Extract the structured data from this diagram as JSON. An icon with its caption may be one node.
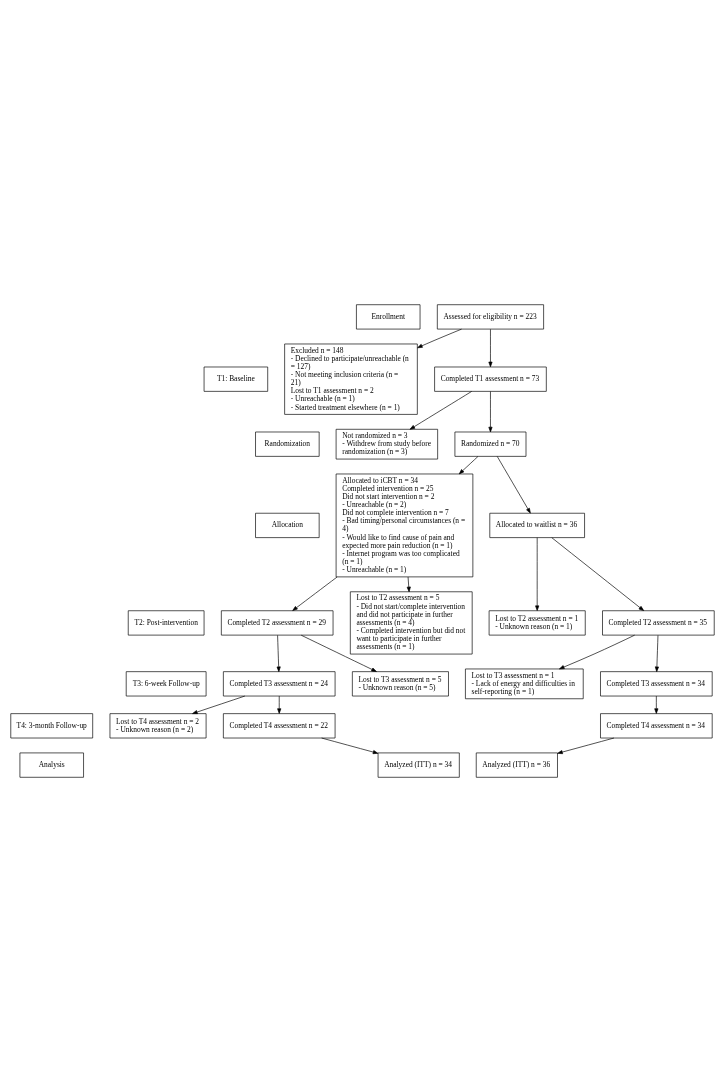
{
  "diagram": {
    "nodes": [
      {
        "text": [
          "Enrollment"
        ]
      },
      {
        "text": [
          "T1: Baseline"
        ]
      },
      {
        "text": [
          "Randomization"
        ]
      },
      {
        "text": [
          "Allocation"
        ]
      },
      {
        "text": [
          "T2: Post-intervention"
        ]
      },
      {
        "text": [
          "T3: 6-week Follow-up"
        ]
      },
      {
        "text": [
          "T4: 3-month Follow-up"
        ]
      },
      {
        "text": [
          "Analysis"
        ]
      },
      {
        "text": [
          "Assessed for eligibility n = 223"
        ]
      },
      {
        "text": [
          "Excluded n = 148",
          "- Declined to participate/unreachable (n = 127)",
          "- Not meeting inclusion criteria (n = 21)",
          "Lost to T1 assessment n = 2",
          "- Unreachable (n = 1)",
          "- Started treatment elsewhere (n = 1)"
        ]
      },
      {
        "text": [
          "Completed T1 assessment n = 73"
        ]
      },
      {
        "text": [
          "Not randomized n = 3",
          "- Withdrew from study before randomization (n = 3)"
        ]
      },
      {
        "text": [
          "Randomized n = 70"
        ]
      },
      {
        "text": [
          "Allocated to iCBT n = 34",
          "Completed intervention n = 25",
          "Did not start intervention n = 2",
          "- Unreachable (n = 2)",
          "Did not complete intervention n = 7",
          "- Bad timing/personal circumstances (n = 4)",
          "- Would like to find cause of pain and expected more pain reduction (n = 1)",
          "- Internet program was too complicated (n = 1)",
          "- Unreachable (n = 1)"
        ]
      },
      {
        "text": [
          "Allocated to waitlist n = 36"
        ]
      },
      {
        "text": [
          "Lost to T2 assessment n = 5",
          "- Did not start/complete intervention and did not participate in further assessments (n = 4)",
          "- Completed intervention but did not want to participate in further assessments (n = 1)"
        ]
      },
      {
        "text": [
          "Lost to T2 assessment n = 1",
          "- Unknown reason (n = 1)"
        ]
      },
      {
        "text": [
          "Completed T2 assessment n = 29"
        ]
      },
      {
        "text": [
          "Completed T2 assessment n = 35"
        ]
      },
      {
        "text": [
          "Lost to T3 assessment n = 5",
          "- Unknown reason (n = 5)"
        ]
      },
      {
        "text": [
          "Lost to T3 assessment n = 1",
          "- Lack of energy and difficulties in self-reporting (n = 1)"
        ]
      },
      {
        "text": [
          "Completed T3 assessment n = 24"
        ]
      },
      {
        "text": [
          "Completed T3 assessment n = 34"
        ]
      },
      {
        "text": [
          "Lost to T4 assessment n = 2",
          "- Unknown reason (n = 2)"
        ]
      },
      {
        "text": [
          "Completed T4 assessment n = 22"
        ]
      },
      {
        "text": [
          "Completed T4 assessment n = 34"
        ]
      },
      {
        "text": [
          "Analyzed (ITT) n = 34"
        ]
      },
      {
        "text": [
          "Analyzed (ITT) n = 36"
        ]
      }
    ],
    "edges": [
      {
        "from": 8,
        "to": 10,
        "arrow": "to"
      },
      {
        "from": 8,
        "to": 9,
        "arrow": "to"
      },
      {
        "from": 10,
        "to": 12,
        "arrow": "to"
      },
      {
        "from": 10,
        "to": 11,
        "arrow": "to"
      },
      {
        "from": 12,
        "to": 13,
        "arrow": "to"
      },
      {
        "from": 12,
        "to": 14,
        "arrow": "to"
      },
      {
        "from": 13,
        "to": 17,
        "arrow": "to"
      },
      {
        "from": 13,
        "to": 15,
        "arrow": "to"
      },
      {
        "from": 14,
        "to": 18,
        "arrow": "to"
      },
      {
        "from": 14,
        "to": 16,
        "arrow": "to"
      },
      {
        "from": 17,
        "to": 21,
        "arrow": "to"
      },
      {
        "from": 17,
        "to": 19,
        "arrow": "to"
      },
      {
        "from": 18,
        "to": 22,
        "arrow": "to"
      },
      {
        "from": 18,
        "to": 20,
        "arrow": "to"
      },
      {
        "from": 21,
        "to": 24,
        "arrow": "to"
      },
      {
        "from": 21,
        "to": 23,
        "arrow": "to"
      },
      {
        "from": 22,
        "to": 25,
        "arrow": "to"
      },
      {
        "from": 24,
        "to": 26,
        "arrow": "to"
      },
      {
        "from": 25,
        "to": 27,
        "arrow": "to"
      }
    ]
  }
}
